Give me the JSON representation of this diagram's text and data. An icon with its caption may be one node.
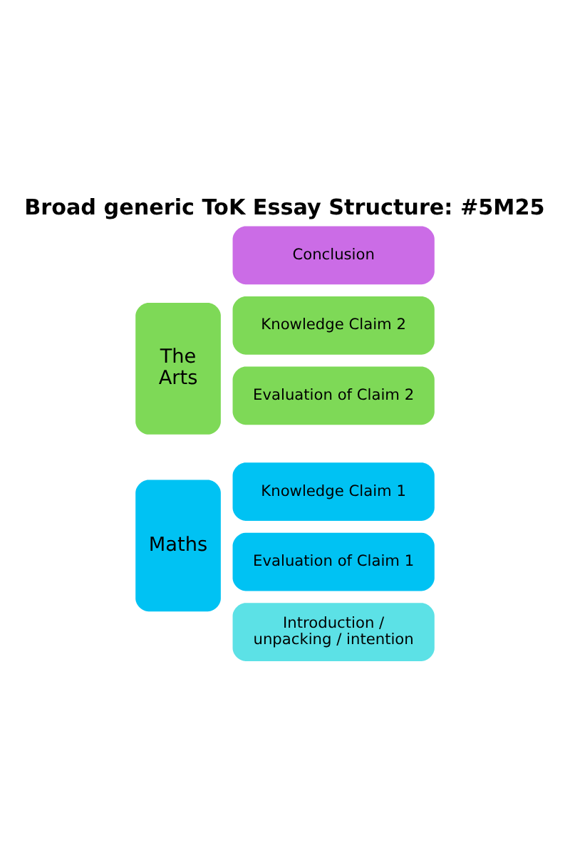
{
  "diagram": {
    "title": "Broad generic ToK Essay Structure: #5M25",
    "nodes": [
      {
        "text": [
          "Introduction / unpacking / intention"
        ]
      },
      {
        "text": [
          "Maths"
        ]
      },
      {
        "text": [
          "Knowledge Claim 1"
        ]
      },
      {
        "text": [
          "Evaluation of Claim 1"
        ]
      },
      {
        "text": [
          "The Arts"
        ]
      },
      {
        "text": [
          "Knowledge Claim 2"
        ]
      },
      {
        "text": [
          "Evaluation of Claim 2"
        ]
      },
      {
        "text": [
          "Conclusion"
        ]
      }
    ],
    "edges": []
  }
}
